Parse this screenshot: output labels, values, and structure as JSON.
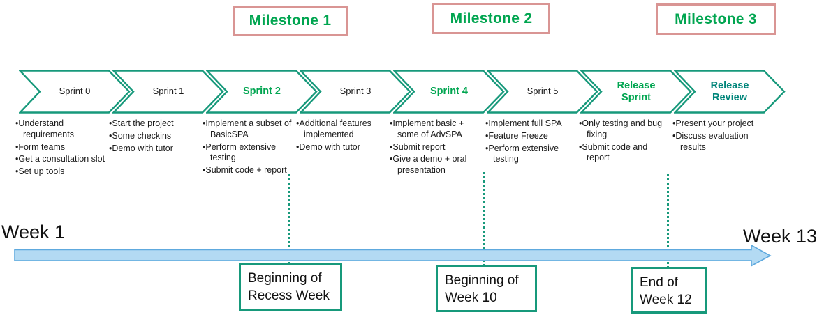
{
  "milestones": [
    {
      "label": "Milestone 1"
    },
    {
      "label": "Milestone 2"
    },
    {
      "label": "Milestone 3"
    }
  ],
  "sprints": [
    {
      "label": "Sprint 0",
      "emphasis": "normal",
      "bullets": [
        "Understand requirements",
        "Form teams",
        "Get a consultation slot",
        "Set up tools"
      ]
    },
    {
      "label": "Sprint 1",
      "emphasis": "normal",
      "bullets": [
        "Start the project",
        "Some checkins",
        "Demo with tutor"
      ]
    },
    {
      "label": "Sprint 2",
      "emphasis": "green",
      "bullets": [
        "Implement a subset of BasicSPA",
        "Perform extensive testing",
        "Submit code + report"
      ]
    },
    {
      "label": "Sprint 3",
      "emphasis": "normal",
      "bullets": [
        "Additional features implemented",
        "Demo with tutor"
      ]
    },
    {
      "label": "Sprint 4",
      "emphasis": "green",
      "bullets": [
        "Implement basic + some of AdvSPA",
        "Submit report",
        "Give a demo + oral presentation"
      ]
    },
    {
      "label": "Sprint 5",
      "emphasis": "normal",
      "bullets": [
        "Implement full SPA",
        "Feature Freeze",
        "Perform extensive testing"
      ]
    },
    {
      "label": "Release\nSprint",
      "emphasis": "green",
      "bullets": [
        "Only testing and bug fixing",
        "Submit code and report"
      ]
    },
    {
      "label": "Release\nReview",
      "emphasis": "teal",
      "bullets": [
        "Present your project",
        "Discuss evaluation results"
      ]
    }
  ],
  "timeline": {
    "start_label": "Week 1",
    "end_label": "Week 13"
  },
  "markers": [
    {
      "label": "Beginning of\nRecess Week"
    },
    {
      "label": "Beginning of\nWeek 10"
    },
    {
      "label": "End of\nWeek 12"
    }
  ],
  "colors": {
    "chevron_outline": "#17997b",
    "accent_green": "#00a550",
    "accent_teal": "#00857a",
    "milestone_border": "#d99594",
    "timeline_fill": "#b3daf3",
    "timeline_border": "#5ea9de",
    "body_text": "#1b1b1b"
  }
}
